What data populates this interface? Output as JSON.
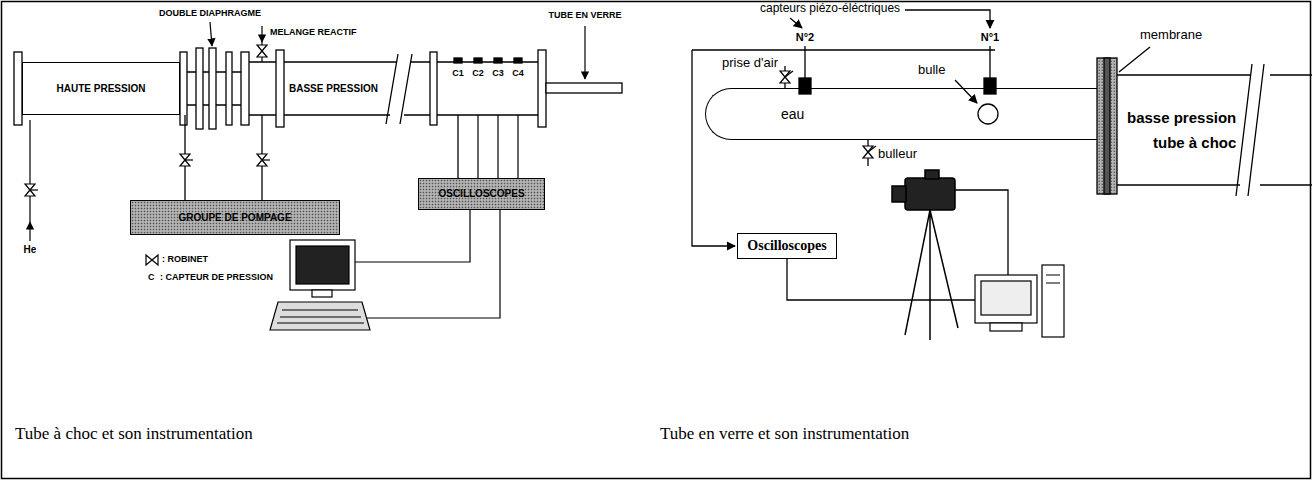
{
  "diagram": {
    "nodes": [
      {
        "text": [
          "HAUTE PRESSION"
        ]
      },
      {
        "text": [
          "BASSE PRESSION"
        ]
      },
      {
        "text": [
          "GROUPE DE POMPAGE"
        ]
      },
      {
        "text": [
          "OSCILLOSCOPES"
        ]
      },
      {
        "text": [
          "eau"
        ]
      },
      {
        "text": [
          "basse pression",
          "tube à choc"
        ]
      },
      {
        "text": [
          "Oscilloscopes"
        ]
      }
    ],
    "edges": [
      {
        "from": 2,
        "to": 0,
        "arrow": "none"
      },
      {
        "from": 2,
        "to": 1,
        "arrow": "none"
      },
      {
        "from": 1,
        "to": 3,
        "arrow": "none"
      }
    ],
    "labels": [
      "DOUBLE DIAPHRAGME",
      "MELANGE REACTIF",
      "TUBE EN VERRE",
      "C1",
      "C2",
      "C3",
      "C4",
      "He",
      "C",
      "Tube à choc et son instrumentation",
      "capteurs piézo-éléctriques",
      "N°2",
      "N°1",
      "prise d'air",
      "bulle",
      "bulleur",
      "membrane",
      "Tube en verre et son instrumentation"
    ],
    "legend": [
      {
        "text": ": ROBINET"
      },
      {
        "text": ": CAPTEUR DE PRESSION"
      }
    ]
  }
}
